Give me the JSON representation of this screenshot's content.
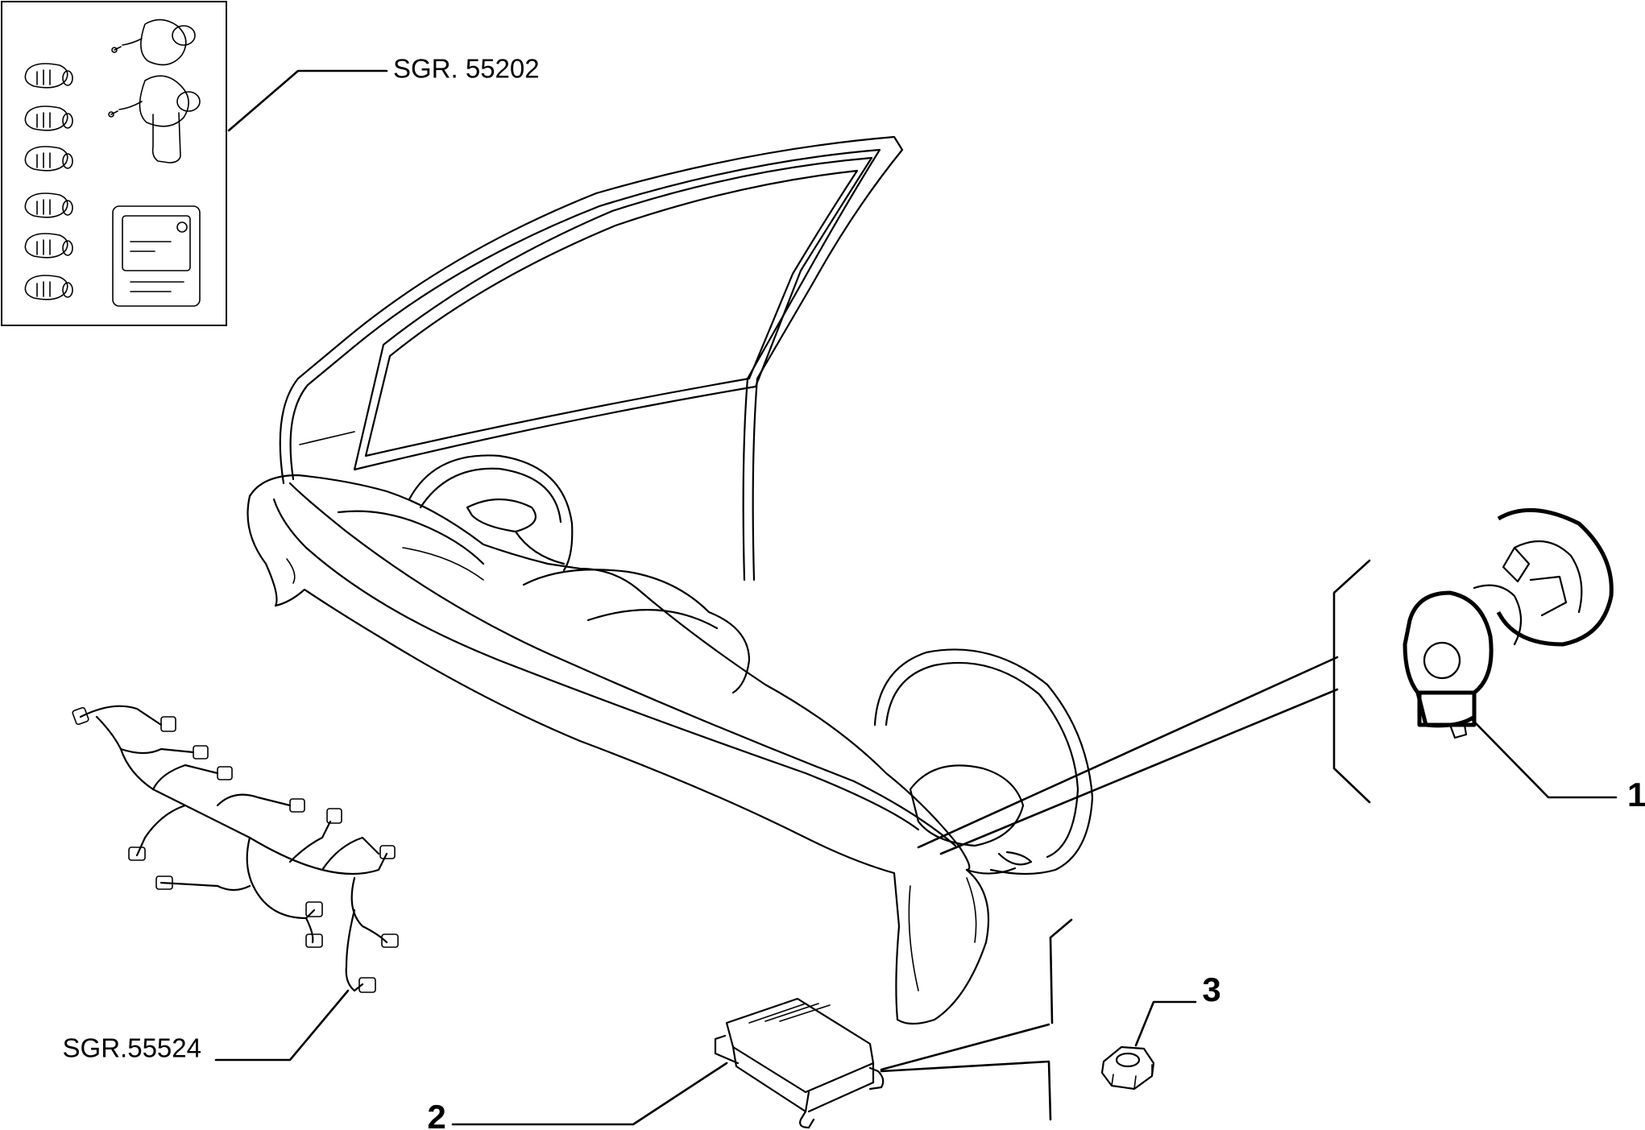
{
  "callouts": {
    "ref_locks": "SGR. 55202",
    "ref_harness": "SGR.55524",
    "item_1": "1",
    "item_2": "2",
    "item_3": "3"
  }
}
